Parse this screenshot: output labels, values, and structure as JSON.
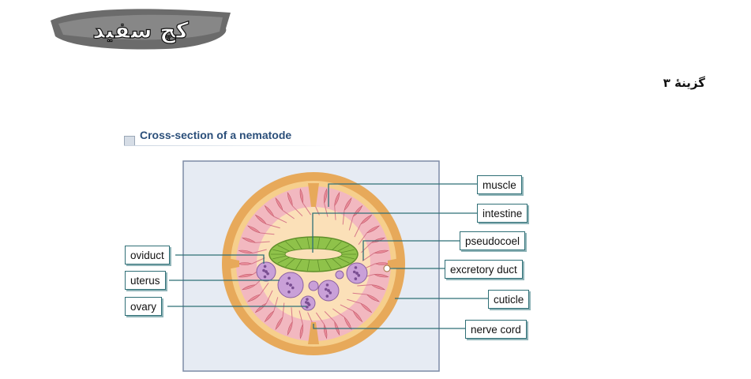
{
  "logo": {
    "text": "کچ سفید"
  },
  "option_label": "گزینهٔ ۳",
  "figure": {
    "title": "Cross-section of a nematode",
    "labels": {
      "muscle": "muscle",
      "intestine": "intestine",
      "pseudocoel": "pseudocoel",
      "excretory_duct": "excretory duct",
      "cuticle": "cuticle",
      "nerve_cord": "nerve cord",
      "oviduct": "oviduct",
      "uterus": "uterus",
      "ovary": "ovary"
    }
  },
  "colors": {
    "cuticle_outer": "#e7a95a",
    "cuticle_inner": "#f6cf8c",
    "muscle": "#f2b8c0",
    "pseudocoel": "#fbe0b8",
    "intestine": "#8fc24a",
    "egg": "#c9a0d8",
    "leader": "#2f6f76",
    "panel": "#e6ebf3"
  }
}
